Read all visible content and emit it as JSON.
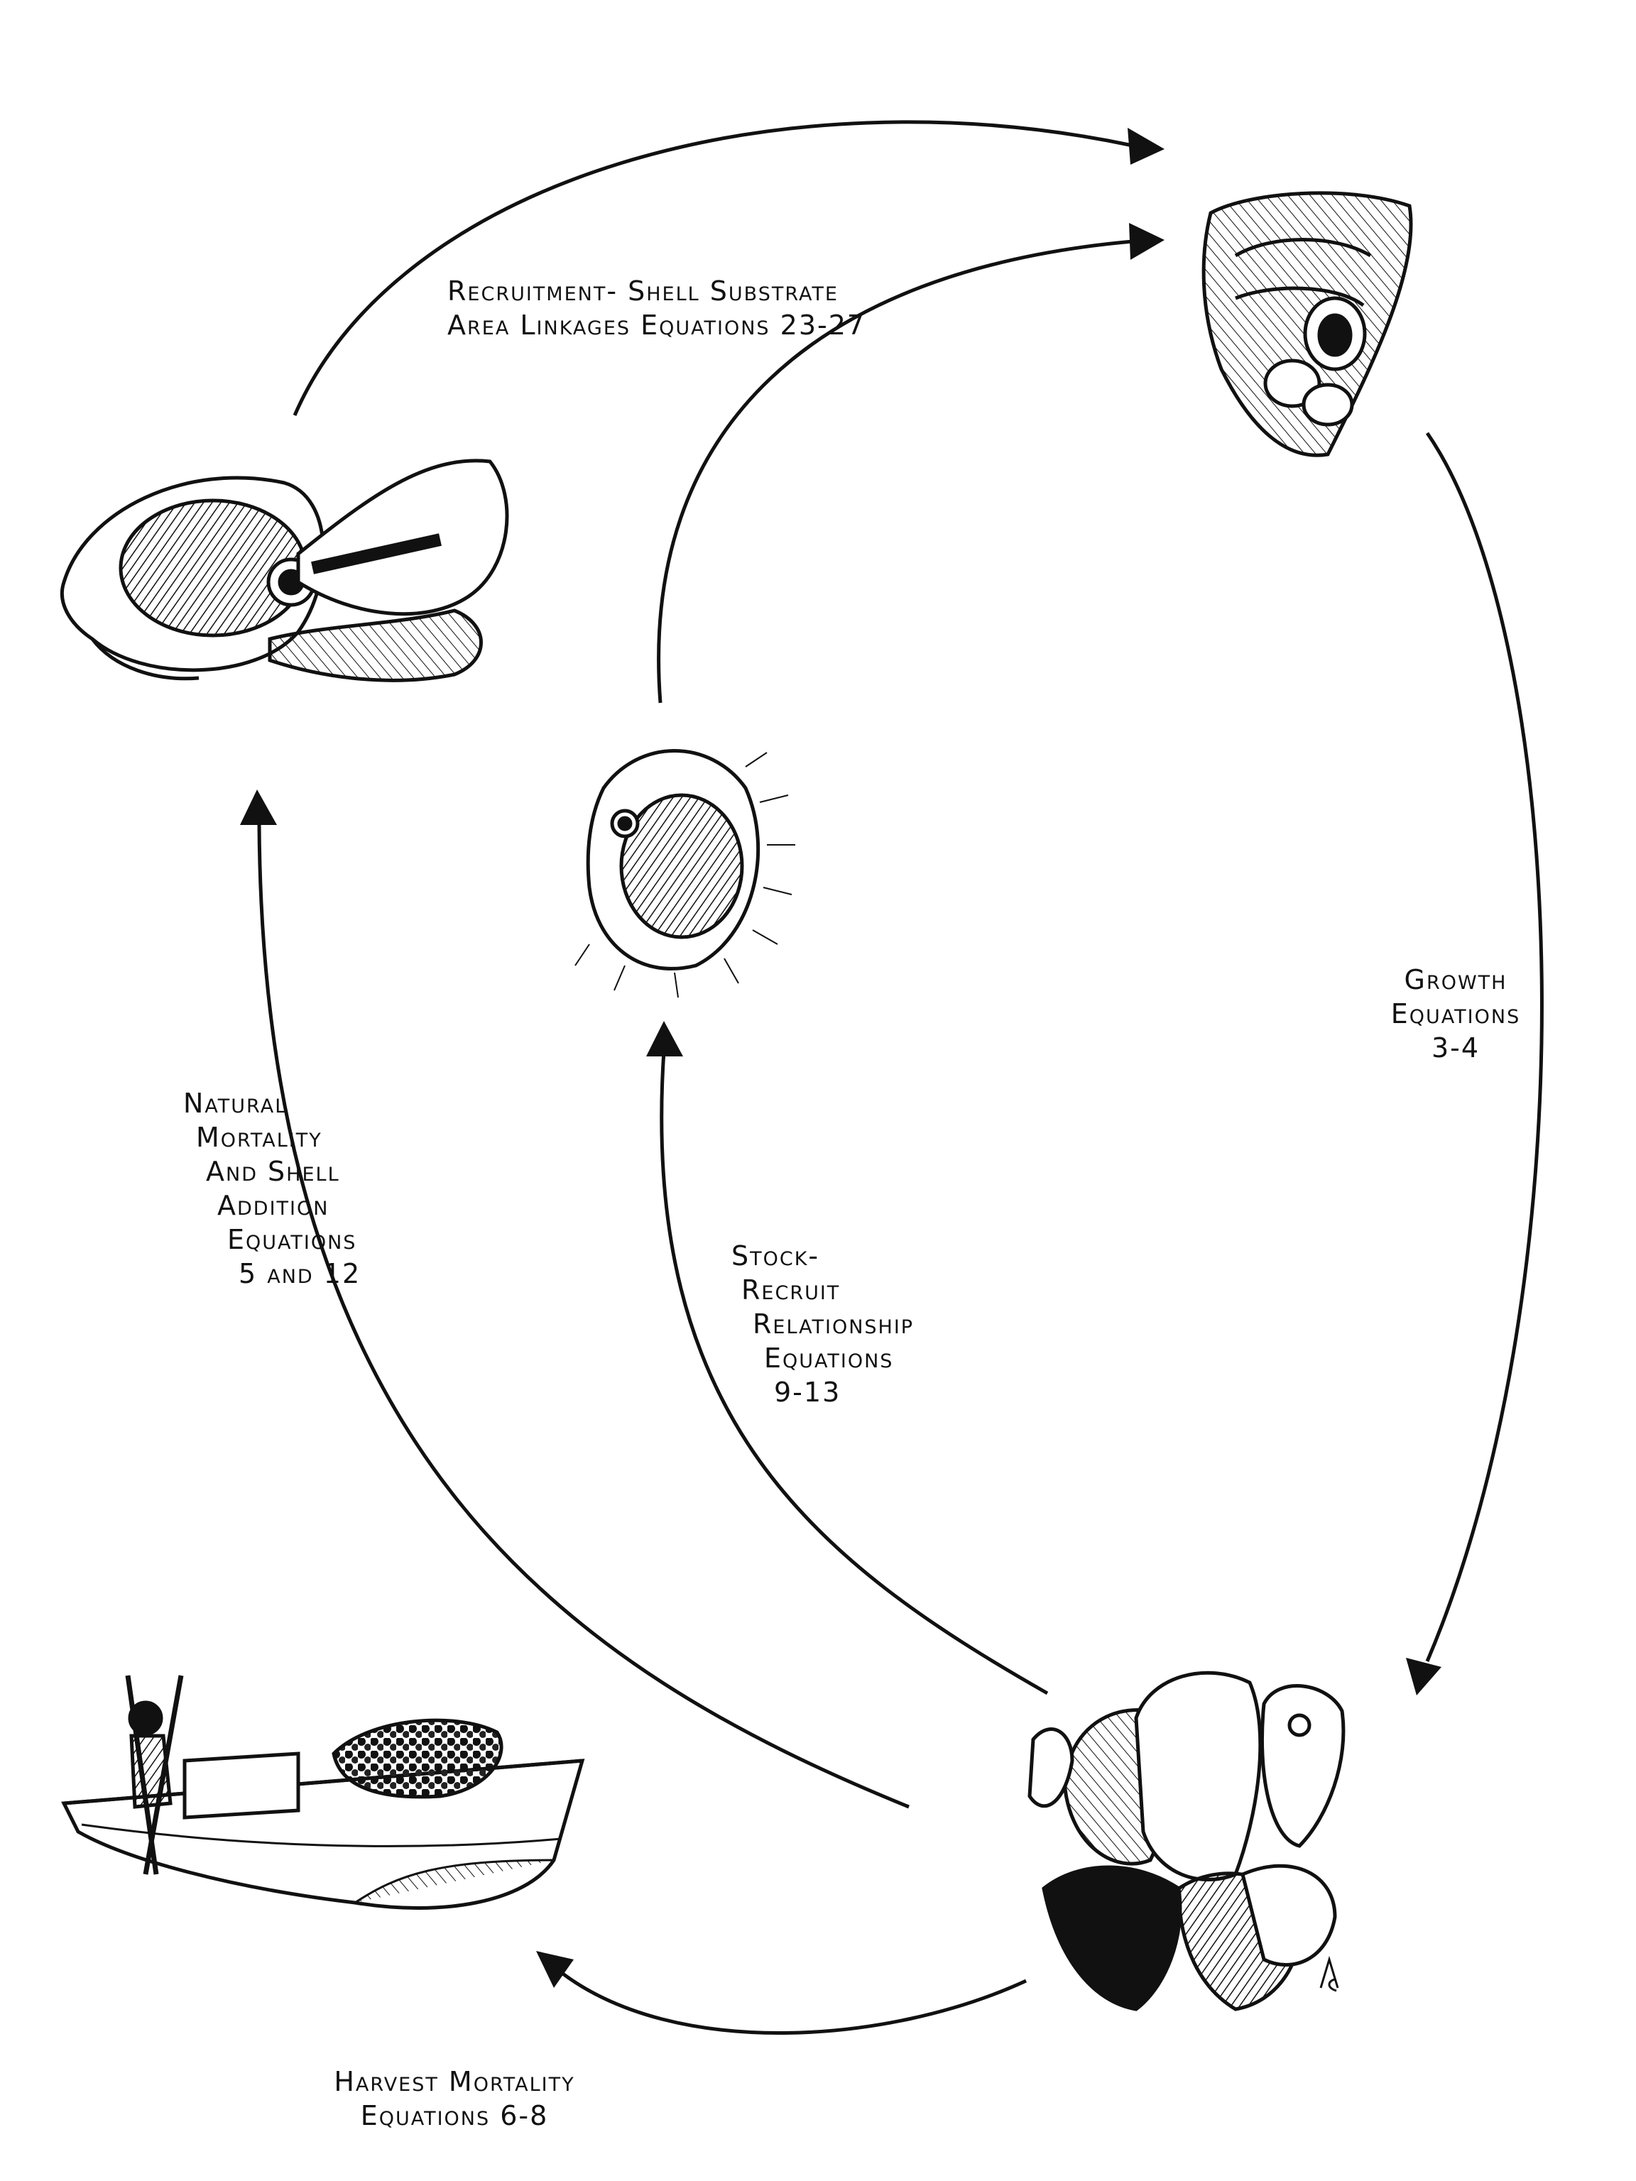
{
  "labels": {
    "recruitment": {
      "line1": "Recruitment- Shell Substrate",
      "line2": "Area Linkages Equations 23-27"
    },
    "growth": {
      "line1": "Growth",
      "line2": "Equations",
      "line3": "3-4"
    },
    "natural_mortality": {
      "line1": "Natural",
      "line2": "Mortality",
      "line3": "And Shell",
      "line4": "Addition",
      "line5": "Equations",
      "line6": "5 and 12"
    },
    "stock_recruit": {
      "line1": "Stock-",
      "line2": "Recruit",
      "line3": "Relationship",
      "line4": "Equations",
      "line5": "9-13"
    },
    "harvest": {
      "line1": "Harvest Mortality",
      "line2": "Equations 6-8"
    }
  },
  "colors": {
    "ink": "#111111",
    "paper": "#ffffff"
  }
}
